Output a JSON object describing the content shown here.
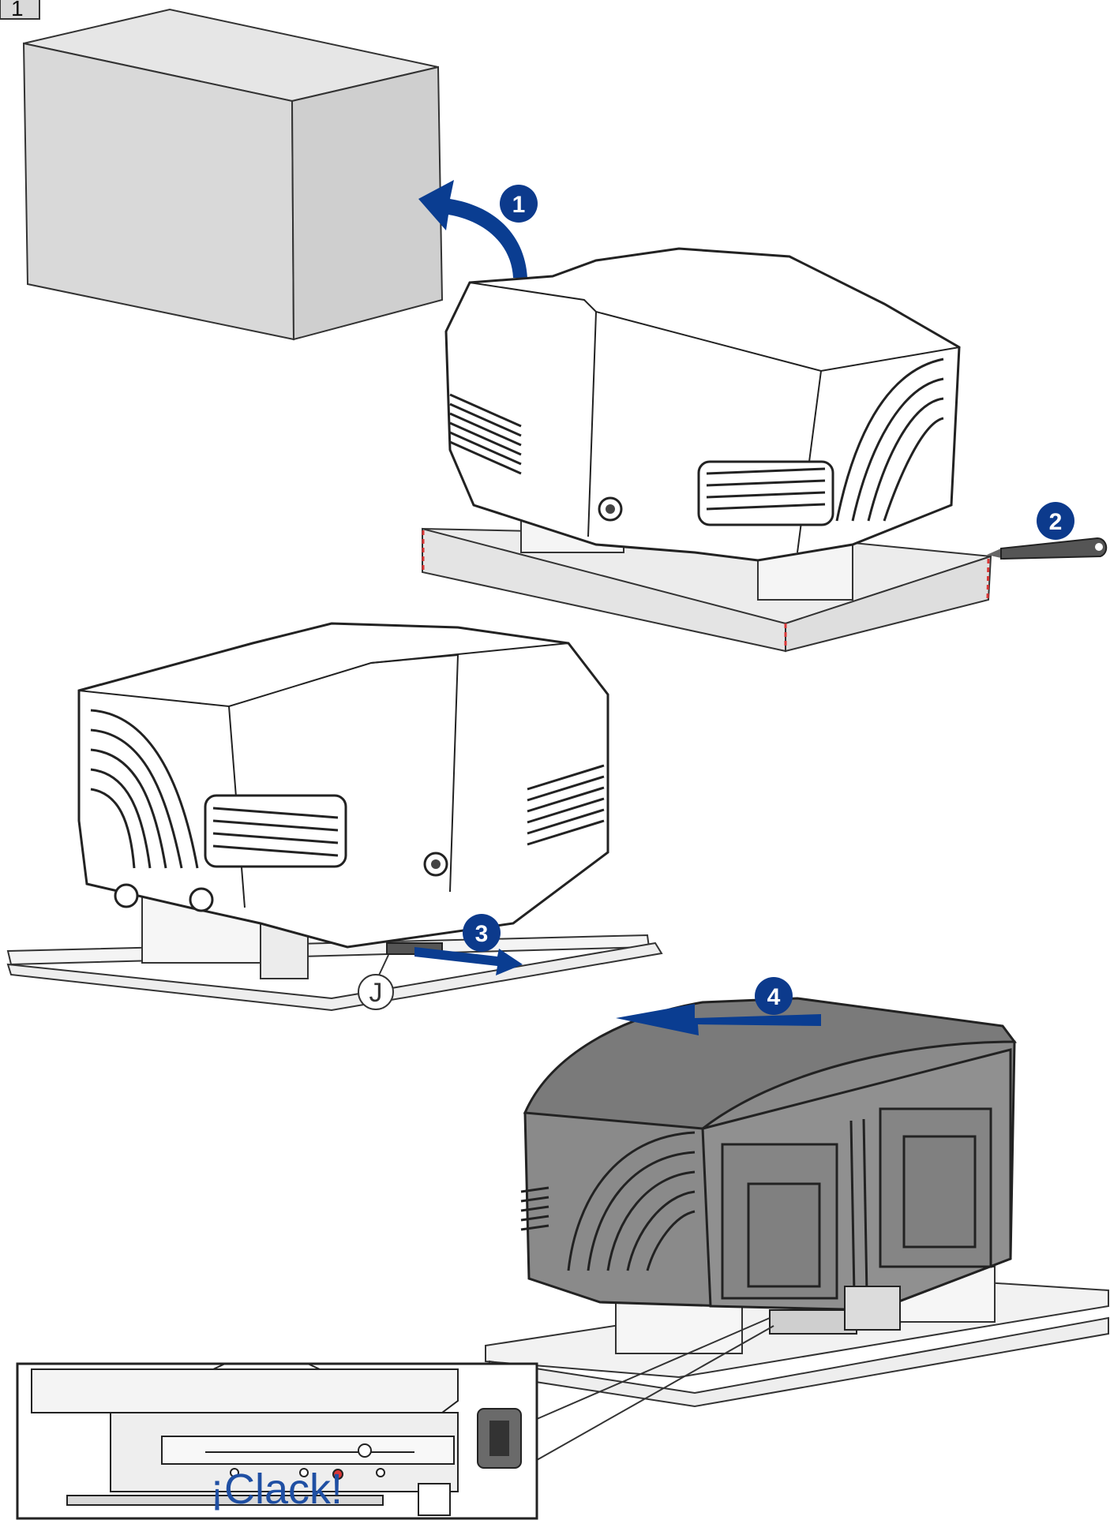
{
  "figure": {
    "step_label": "1",
    "callouts": [
      {
        "id": "1",
        "label": "1"
      },
      {
        "id": "2",
        "label": "2"
      },
      {
        "id": "3",
        "label": "3"
      },
      {
        "id": "4",
        "label": "4"
      }
    ],
    "part_label": "J",
    "detail_text": "¡Clack!"
  },
  "colors": {
    "arrow_blue": "#0a3d91",
    "badge_blue": "#0c3a8c",
    "cut_line_red": "#d93636",
    "box_gray": "#d9d9d9",
    "outline": "#222222",
    "dark_cover": "#8a8a8a",
    "clack_text": "#1f4fa3"
  },
  "icons": {
    "cutter": "utility-knife-icon",
    "arrow": "curved-arrow-icon"
  }
}
